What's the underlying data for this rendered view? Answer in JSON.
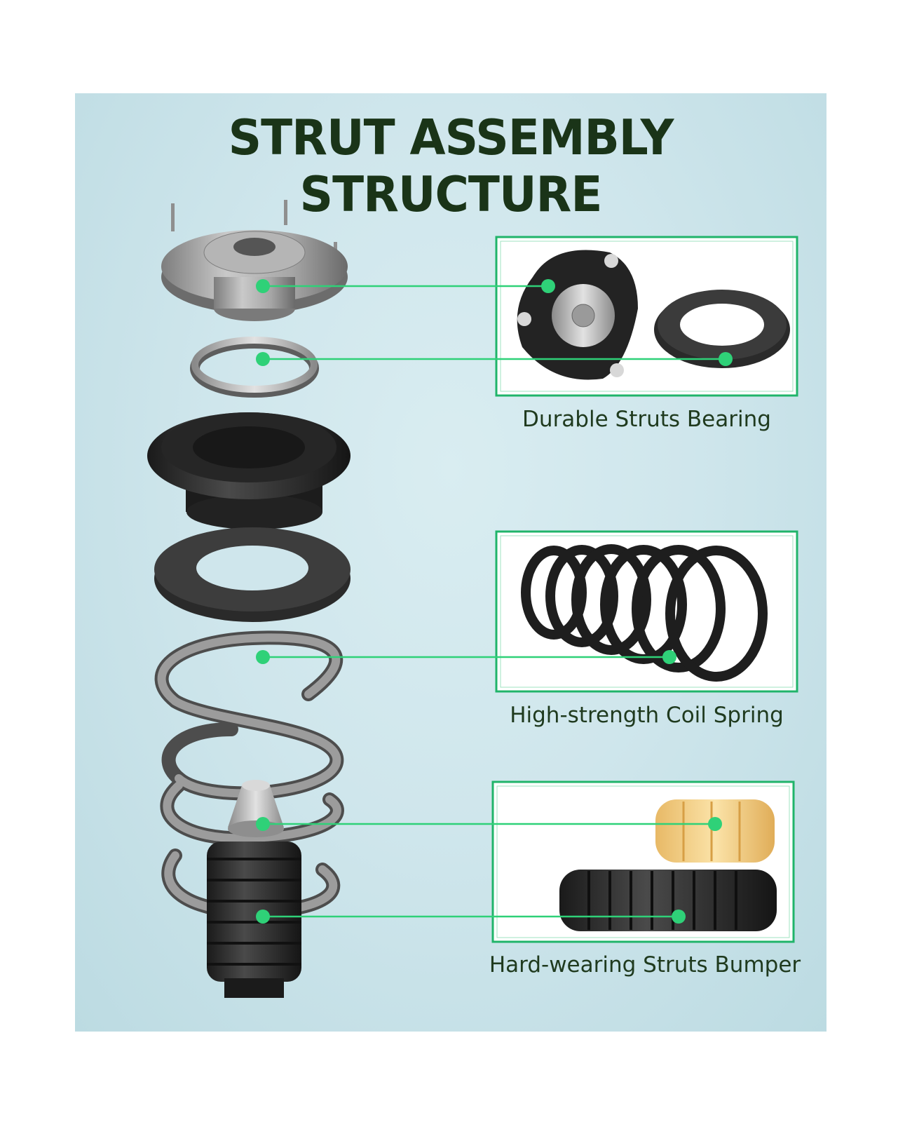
{
  "title": "STRUT ASSEMBLY STRUCTURE",
  "callouts": [
    {
      "label": "Durable Struts Bearing"
    },
    {
      "label": "High-strength Coil Spring"
    },
    {
      "label": "Hard-wearing Struts Bumper"
    }
  ],
  "colors": {
    "background_panel": "#cfe6ec",
    "title_text": "#1a3418",
    "caption_text": "#1f3a1e",
    "accent_green": "#2fd178",
    "frame_green": "#20b46a",
    "rubber_black": "#222222",
    "metal_gray": "#9a9a9a",
    "bumper_yellow": "#f2d38e"
  }
}
